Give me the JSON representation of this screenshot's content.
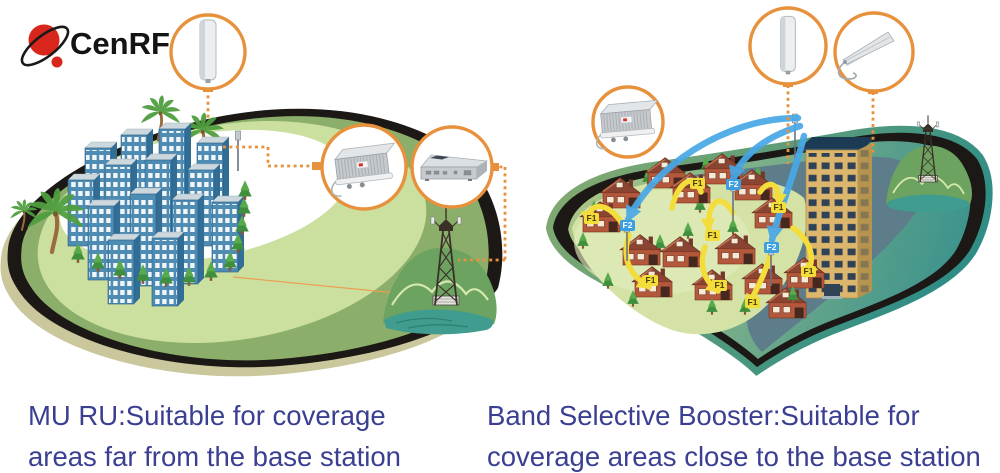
{
  "logo": {
    "text": "CenRF"
  },
  "captions": {
    "left_line1": "MU RU:Suitable for coverage",
    "left_line2": "areas far from the base station",
    "right_line1": "Band Selective Booster:Suitable for",
    "right_line2": "coverage areas close to the base station",
    "color": "#3b3f92"
  },
  "labels": {
    "f1": "F1",
    "f2": "F2"
  },
  "equipment": {
    "left": [
      {
        "icon": "outdoor-panel-antenna-icon"
      },
      {
        "icon": "mu-unit-icon"
      },
      {
        "icon": "ru-unit-icon"
      }
    ],
    "right": [
      {
        "icon": "booster-unit-icon"
      },
      {
        "icon": "service-panel-antenna-icon"
      },
      {
        "icon": "donor-log-periodic-antenna-icon"
      }
    ]
  },
  "colors": {
    "accent_orange": "#e8913c",
    "arrow_blue": "#49a8e6",
    "arrow_yellow": "#f2dd3a",
    "logo_red": "#d8261c",
    "caption_blue": "#3b3f92",
    "island_green": "#8cae6b",
    "island_teal": "#2f8d86"
  }
}
